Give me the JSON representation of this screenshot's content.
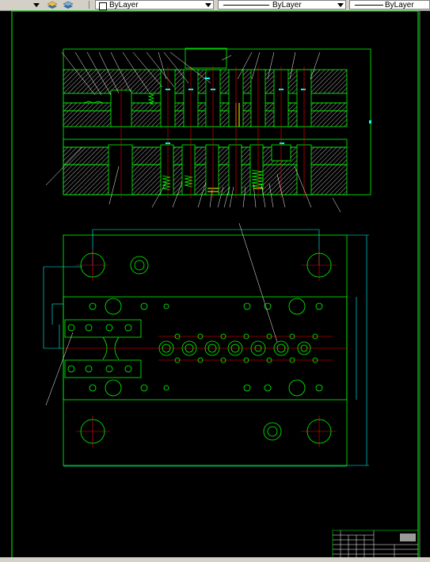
{
  "toolbar": {
    "color_label": "ByLayer",
    "linetype_label": "ByLayer",
    "lineweight_label": "ByLayer"
  },
  "drawing": {
    "colors": {
      "frame": "#00ff00",
      "outline": "#00ff00",
      "center": "#ff0000",
      "dim": "#00ffff",
      "hatch": "#ffffff",
      "leader": "#ffffff",
      "accent": "#ffff00"
    }
  }
}
